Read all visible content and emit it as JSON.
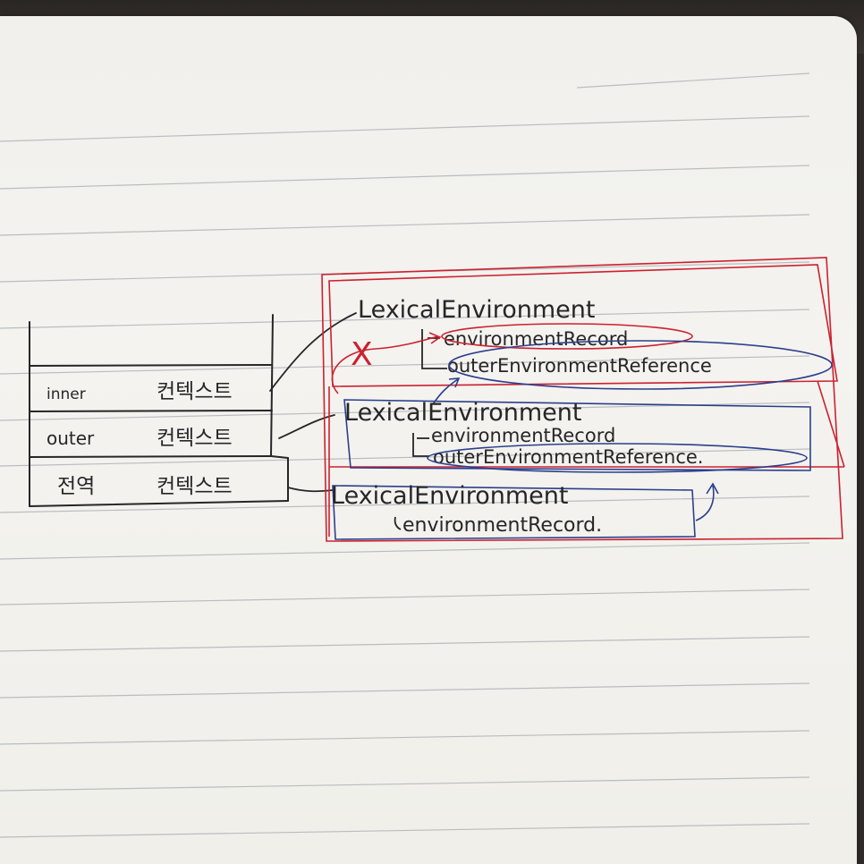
{
  "stack": {
    "rows": [
      {
        "prefix": "inner",
        "suffix": "컨텍스트"
      },
      {
        "prefix": "outer",
        "suffix": "컨텍스트"
      },
      {
        "prefix": "전역",
        "suffix": "컨텍스트"
      }
    ]
  },
  "environments": {
    "inner": {
      "title": "LexicalEnvironment",
      "record": "environmentRecord",
      "outer": "outerEnvironmentReference"
    },
    "outer": {
      "title": "LexicalEnvironment",
      "record": "environmentRecord",
      "outer": "outerEnvironmentReference."
    },
    "global": {
      "title": "LexicalEnvironment",
      "record": "environmentRecord."
    }
  },
  "marks": {
    "cross": "X"
  },
  "colors": {
    "ink": "#262628",
    "red": "#cc2130",
    "blue": "#2c3f8c",
    "rule": "#b9bcc0"
  }
}
